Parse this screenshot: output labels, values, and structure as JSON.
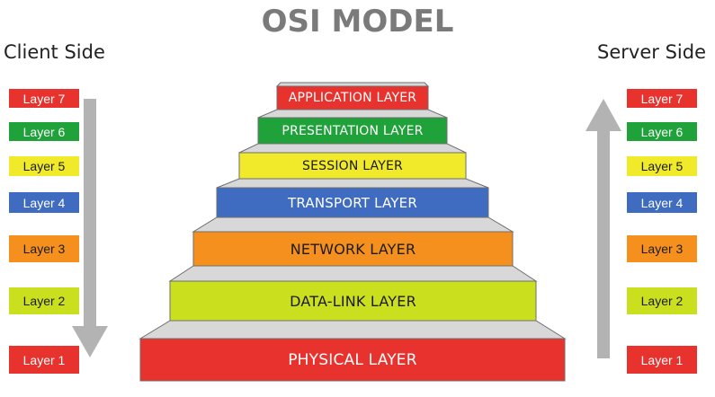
{
  "title": "OSI MODEL",
  "client_side": {
    "title": "Client Side",
    "badges": [
      "Layer 7",
      "Layer 6",
      "Layer 5",
      "Layer 4",
      "Layer 3",
      "Layer 2",
      "Layer 1"
    ]
  },
  "server_side": {
    "title": "Server Side",
    "badges": [
      "Layer 7",
      "Layer 6",
      "Layer 5",
      "Layer 4",
      "Layer 3",
      "Layer 2",
      "Layer 1"
    ]
  },
  "layers": [
    {
      "name": "APPLICATION LAYER",
      "color": "#e8322e"
    },
    {
      "name": "PRESENTATION LAYER",
      "color": "#1fa23a"
    },
    {
      "name": "SESSION LAYER",
      "color": "#f0ea2a"
    },
    {
      "name": "TRANSPORT LAYER",
      "color": "#3f6cc0"
    },
    {
      "name": "NETWORK LAYER",
      "color": "#f5901e"
    },
    {
      "name": "DATA-LINK LAYER",
      "color": "#cadf1d"
    },
    {
      "name": "PHYSICAL LAYER",
      "color": "#e8322e"
    }
  ],
  "colors": {
    "step_riser": "#d8d8d8",
    "step_edge": "#6f6f6f",
    "arrow": "#b3b3b3"
  }
}
